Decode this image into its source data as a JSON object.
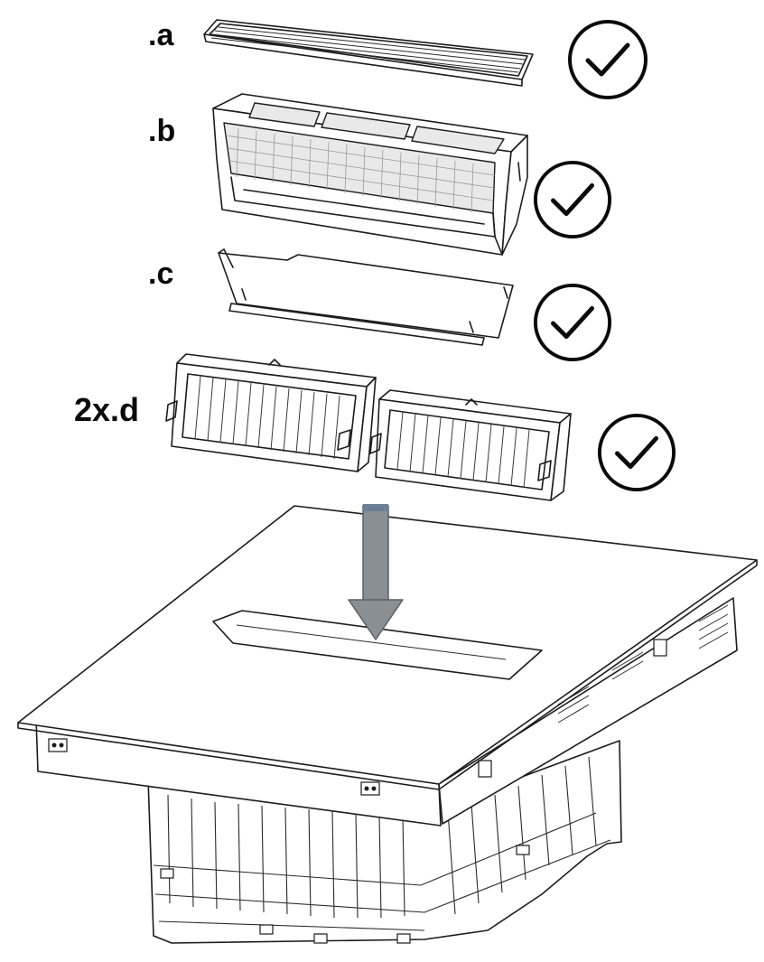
{
  "labels": {
    "a": ".a",
    "b": ".b",
    "c": ".c",
    "d": "2x.d"
  },
  "icons": {
    "check": "check-circle-icon",
    "arrow": "down-arrow-icon"
  },
  "colors": {
    "arrow_fill": "#8a8f93",
    "arrow_stroke": "#5a6068",
    "line": "#1c1c1c"
  }
}
